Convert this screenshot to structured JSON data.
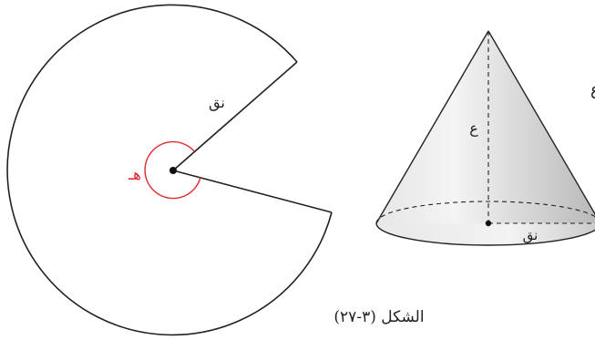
{
  "figure": {
    "caption": "الشكل (٣-٢٧)",
    "angle_label": "هـ",
    "sector_radius_label": "نق",
    "cone_height_label": "ع",
    "cone_radius_label": "نق",
    "cut_letter": "ع",
    "colors": {
      "outline": "#222222",
      "angle_marker": "#e0282e",
      "cone_fill_light": "#f2f2f2",
      "cone_fill_dark": "#b9b9b9"
    }
  }
}
